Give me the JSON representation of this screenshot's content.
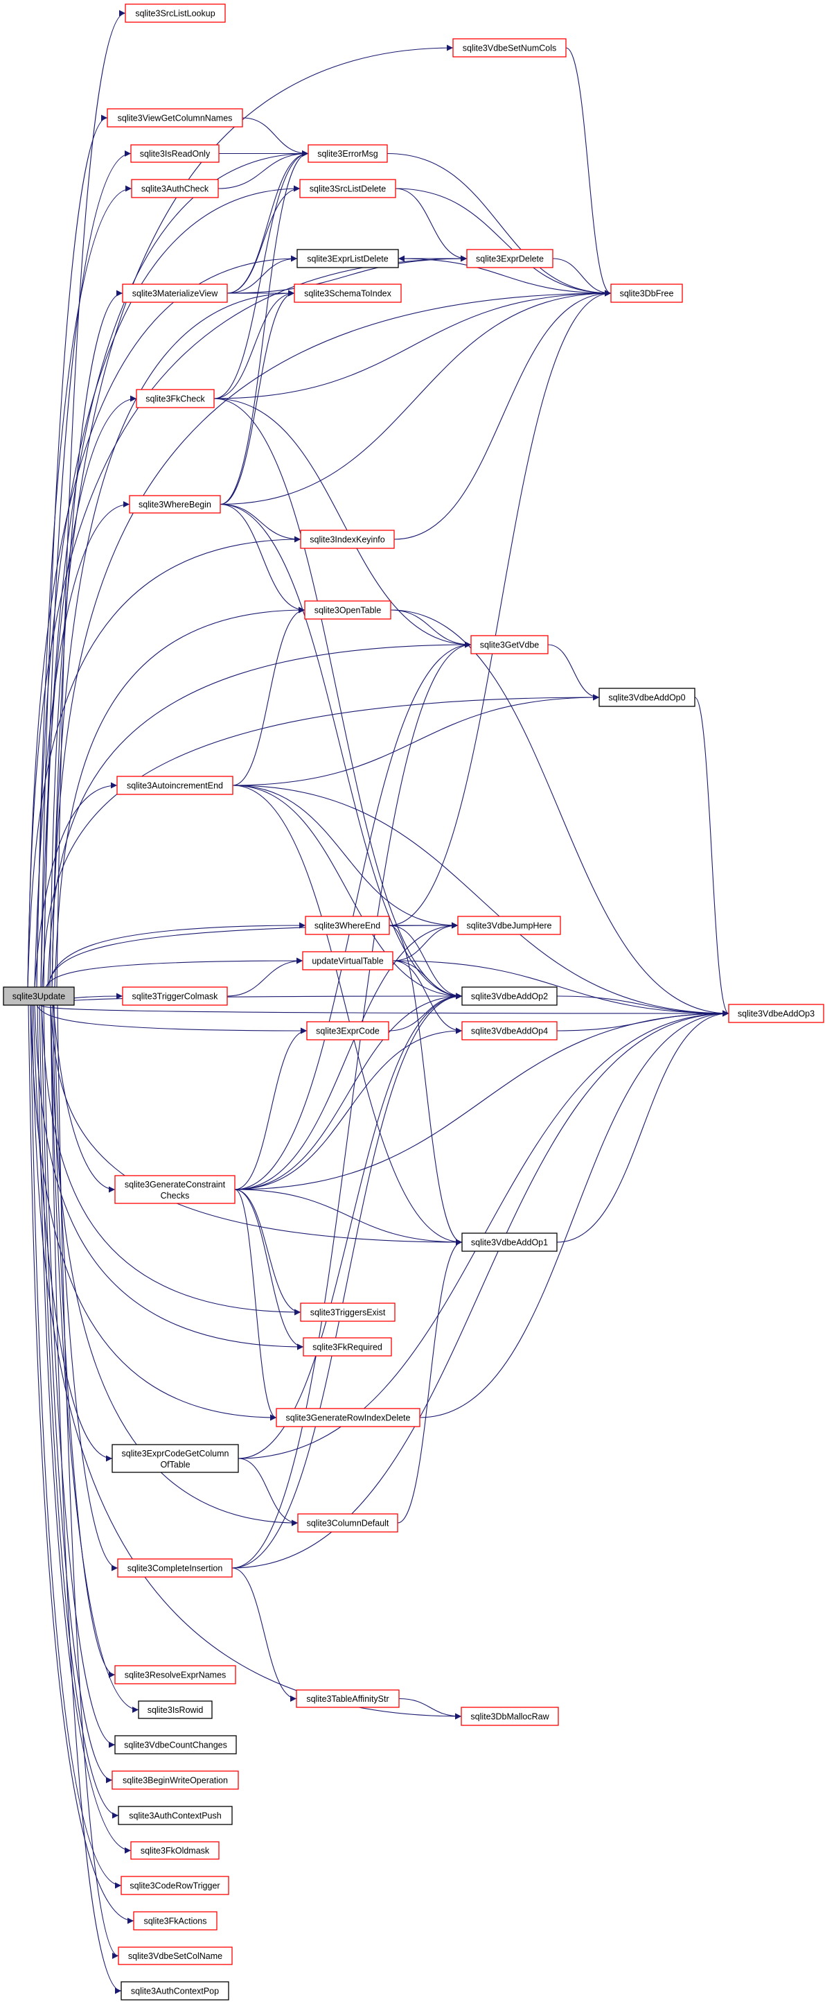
{
  "graph": {
    "type": "call-graph",
    "root": "update",
    "colors": {
      "edge": "#191970",
      "linked_border": "#ff0000",
      "plain_border": "#000000",
      "root_fill": "#bfbfbf"
    },
    "nodes": [
      {
        "id": "update",
        "label": "sqlite3Update",
        "style": "root"
      },
      {
        "id": "srcListLookup",
        "label": "sqlite3SrcListLookup",
        "style": "red"
      },
      {
        "id": "vdbeSetNumCols",
        "label": "sqlite3VdbeSetNumCols",
        "style": "red"
      },
      {
        "id": "viewGetColumnNames",
        "label": "sqlite3ViewGetColumnNames",
        "style": "red"
      },
      {
        "id": "isReadOnly",
        "label": "sqlite3IsReadOnly",
        "style": "red"
      },
      {
        "id": "errorMsg",
        "label": "sqlite3ErrorMsg",
        "style": "red"
      },
      {
        "id": "authCheck",
        "label": "sqlite3AuthCheck",
        "style": "red"
      },
      {
        "id": "srcListDelete",
        "label": "sqlite3SrcListDelete",
        "style": "red"
      },
      {
        "id": "exprListDelete",
        "label": "sqlite3ExprListDelete",
        "style": "black"
      },
      {
        "id": "exprDelete",
        "label": "sqlite3ExprDelete",
        "style": "red"
      },
      {
        "id": "materializeView",
        "label": "sqlite3MaterializeView",
        "style": "red"
      },
      {
        "id": "schemaToIndex",
        "label": "sqlite3SchemaToIndex",
        "style": "red"
      },
      {
        "id": "dbFree",
        "label": "sqlite3DbFree",
        "style": "red"
      },
      {
        "id": "fkCheck",
        "label": "sqlite3FkCheck",
        "style": "red"
      },
      {
        "id": "whereBegin",
        "label": "sqlite3WhereBegin",
        "style": "red"
      },
      {
        "id": "indexKeyinfo",
        "label": "sqlite3IndexKeyinfo",
        "style": "red"
      },
      {
        "id": "openTable",
        "label": "sqlite3OpenTable",
        "style": "red"
      },
      {
        "id": "getVdbe",
        "label": "sqlite3GetVdbe",
        "style": "red"
      },
      {
        "id": "vdbeAddOp0",
        "label": "sqlite3VdbeAddOp0",
        "style": "black"
      },
      {
        "id": "autoincrementEnd",
        "label": "sqlite3AutoincrementEnd",
        "style": "red"
      },
      {
        "id": "whereEnd",
        "label": "sqlite3WhereEnd",
        "style": "red"
      },
      {
        "id": "vdbeJumpHere",
        "label": "sqlite3VdbeJumpHere",
        "style": "red"
      },
      {
        "id": "updateVirtualTable",
        "label": "updateVirtualTable",
        "style": "red"
      },
      {
        "id": "triggerColmask",
        "label": "sqlite3TriggerColmask",
        "style": "red"
      },
      {
        "id": "vdbeAddOp2",
        "label": "sqlite3VdbeAddOp2",
        "style": "black"
      },
      {
        "id": "vdbeAddOp3",
        "label": "sqlite3VdbeAddOp3",
        "style": "red"
      },
      {
        "id": "exprCode",
        "label": "sqlite3ExprCode",
        "style": "red"
      },
      {
        "id": "vdbeAddOp4",
        "label": "sqlite3VdbeAddOp4",
        "style": "red"
      },
      {
        "id": "generateConstraintChecks",
        "label": "sqlite3GenerateConstraint",
        "label2": "Checks",
        "style": "red"
      },
      {
        "id": "vdbeAddOp1",
        "label": "sqlite3VdbeAddOp1",
        "style": "black"
      },
      {
        "id": "triggersExist",
        "label": "sqlite3TriggersExist",
        "style": "red"
      },
      {
        "id": "fkRequired",
        "label": "sqlite3FkRequired",
        "style": "red"
      },
      {
        "id": "generateRowIndexDelete",
        "label": "sqlite3GenerateRowIndexDelete",
        "style": "red"
      },
      {
        "id": "exprCodeGetColumnOfTable",
        "label": "sqlite3ExprCodeGetColumn",
        "label2": "OfTable",
        "style": "black"
      },
      {
        "id": "columnDefault",
        "label": "sqlite3ColumnDefault",
        "style": "red"
      },
      {
        "id": "completeInsertion",
        "label": "sqlite3CompleteInsertion",
        "style": "red"
      },
      {
        "id": "resolveExprNames",
        "label": "sqlite3ResolveExprNames",
        "style": "red"
      },
      {
        "id": "isRowid",
        "label": "sqlite3IsRowid",
        "style": "black"
      },
      {
        "id": "tableAffinityStr",
        "label": "sqlite3TableAffinityStr",
        "style": "red"
      },
      {
        "id": "dbMallocRaw",
        "label": "sqlite3DbMallocRaw",
        "style": "red"
      },
      {
        "id": "vdbeCountChanges",
        "label": "sqlite3VdbeCountChanges",
        "style": "black"
      },
      {
        "id": "beginWriteOperation",
        "label": "sqlite3BeginWriteOperation",
        "style": "red"
      },
      {
        "id": "authContextPush",
        "label": "sqlite3AuthContextPush",
        "style": "black"
      },
      {
        "id": "fkOldmask",
        "label": "sqlite3FkOldmask",
        "style": "red"
      },
      {
        "id": "codeRowTrigger",
        "label": "sqlite3CodeRowTrigger",
        "style": "red"
      },
      {
        "id": "fkActions",
        "label": "sqlite3FkActions",
        "style": "red"
      },
      {
        "id": "vdbeSetColName",
        "label": "sqlite3VdbeSetColName",
        "style": "red"
      },
      {
        "id": "authContextPop",
        "label": "sqlite3AuthContextPop",
        "style": "black"
      }
    ],
    "edges": [
      [
        "update",
        "srcListLookup"
      ],
      [
        "update",
        "vdbeSetNumCols"
      ],
      [
        "update",
        "dbFree"
      ],
      [
        "update",
        "viewGetColumnNames"
      ],
      [
        "update",
        "isReadOnly"
      ],
      [
        "update",
        "authCheck"
      ],
      [
        "update",
        "errorMsg"
      ],
      [
        "update",
        "srcListDelete"
      ],
      [
        "update",
        "exprListDelete"
      ],
      [
        "update",
        "exprDelete"
      ],
      [
        "update",
        "materializeView"
      ],
      [
        "update",
        "schemaToIndex"
      ],
      [
        "update",
        "fkCheck"
      ],
      [
        "update",
        "whereBegin"
      ],
      [
        "update",
        "indexKeyinfo"
      ],
      [
        "update",
        "vdbeAddOp3"
      ],
      [
        "update",
        "openTable"
      ],
      [
        "update",
        "getVdbe"
      ],
      [
        "update",
        "vdbeAddOp0"
      ],
      [
        "update",
        "autoincrementEnd"
      ],
      [
        "update",
        "vdbeJumpHere"
      ],
      [
        "update",
        "whereEnd"
      ],
      [
        "update",
        "updateVirtualTable"
      ],
      [
        "update",
        "triggerColmask"
      ],
      [
        "update",
        "vdbeAddOp2"
      ],
      [
        "update",
        "exprCode"
      ],
      [
        "update",
        "generateConstraintChecks"
      ],
      [
        "update",
        "triggersExist"
      ],
      [
        "update",
        "fkRequired"
      ],
      [
        "update",
        "vdbeAddOp1"
      ],
      [
        "update",
        "generateRowIndexDelete"
      ],
      [
        "update",
        "exprCodeGetColumnOfTable"
      ],
      [
        "update",
        "columnDefault"
      ],
      [
        "update",
        "completeInsertion"
      ],
      [
        "update",
        "dbMallocRaw"
      ],
      [
        "update",
        "resolveExprNames"
      ],
      [
        "update",
        "isRowid"
      ],
      [
        "update",
        "vdbeCountChanges"
      ],
      [
        "update",
        "beginWriteOperation"
      ],
      [
        "update",
        "authContextPush"
      ],
      [
        "update",
        "fkOldmask"
      ],
      [
        "update",
        "codeRowTrigger"
      ],
      [
        "update",
        "fkActions"
      ],
      [
        "update",
        "vdbeSetColName"
      ],
      [
        "update",
        "authContextPop"
      ],
      [
        "viewGetColumnNames",
        "errorMsg"
      ],
      [
        "isReadOnly",
        "errorMsg"
      ],
      [
        "authCheck",
        "errorMsg"
      ],
      [
        "errorMsg",
        "dbFree"
      ],
      [
        "vdbeSetNumCols",
        "dbFree"
      ],
      [
        "srcListDelete",
        "exprDelete"
      ],
      [
        "srcListDelete",
        "dbFree"
      ],
      [
        "exprListDelete",
        "exprDelete"
      ],
      [
        "exprListDelete",
        "dbFree"
      ],
      [
        "exprDelete",
        "exprListDelete"
      ],
      [
        "exprDelete",
        "dbFree"
      ],
      [
        "materializeView",
        "errorMsg"
      ],
      [
        "materializeView",
        "srcListDelete"
      ],
      [
        "materializeView",
        "exprListDelete"
      ],
      [
        "materializeView",
        "schemaToIndex"
      ],
      [
        "materializeView",
        "exprDelete"
      ],
      [
        "fkCheck",
        "errorMsg"
      ],
      [
        "fkCheck",
        "schemaToIndex"
      ],
      [
        "fkCheck",
        "dbFree"
      ],
      [
        "fkCheck",
        "getVdbe"
      ],
      [
        "fkCheck",
        "vdbeAddOp2"
      ],
      [
        "whereBegin",
        "errorMsg"
      ],
      [
        "whereBegin",
        "schemaToIndex"
      ],
      [
        "whereBegin",
        "dbFree"
      ],
      [
        "whereBegin",
        "indexKeyinfo"
      ],
      [
        "whereBegin",
        "openTable"
      ],
      [
        "whereBegin",
        "vdbeAddOp2"
      ],
      [
        "indexKeyinfo",
        "dbFree"
      ],
      [
        "openTable",
        "getVdbe"
      ],
      [
        "openTable",
        "vdbeAddOp3"
      ],
      [
        "getVdbe",
        "vdbeAddOp0"
      ],
      [
        "vdbeAddOp0",
        "vdbeAddOp3"
      ],
      [
        "autoincrementEnd",
        "openTable"
      ],
      [
        "autoincrementEnd",
        "vdbeAddOp0"
      ],
      [
        "autoincrementEnd",
        "vdbeAddOp3"
      ],
      [
        "autoincrementEnd",
        "vdbeJumpHere"
      ],
      [
        "autoincrementEnd",
        "vdbeAddOp2"
      ],
      [
        "autoincrementEnd",
        "vdbeAddOp1"
      ],
      [
        "whereEnd",
        "vdbeJumpHere"
      ],
      [
        "whereEnd",
        "vdbeAddOp2"
      ],
      [
        "whereEnd",
        "vdbeAddOp1"
      ],
      [
        "whereEnd",
        "dbFree"
      ],
      [
        "updateVirtualTable",
        "vdbeJumpHere"
      ],
      [
        "updateVirtualTable",
        "vdbeAddOp3"
      ],
      [
        "updateVirtualTable",
        "vdbeAddOp2"
      ],
      [
        "updateVirtualTable",
        "vdbeAddOp4"
      ],
      [
        "triggerColmask",
        "updateVirtualTable"
      ],
      [
        "vdbeAddOp2",
        "vdbeAddOp3"
      ],
      [
        "vdbeAddOp4",
        "vdbeAddOp3"
      ],
      [
        "exprCode",
        "vdbeAddOp2"
      ],
      [
        "generateConstraintChecks",
        "exprCode"
      ],
      [
        "generateConstraintChecks",
        "vdbeAddOp2"
      ],
      [
        "generateConstraintChecks",
        "vdbeJumpHere"
      ],
      [
        "generateConstraintChecks",
        "vdbeAddOp4"
      ],
      [
        "generateConstraintChecks",
        "vdbeAddOp3"
      ],
      [
        "generateConstraintChecks",
        "vdbeAddOp1"
      ],
      [
        "generateConstraintChecks",
        "triggersExist"
      ],
      [
        "generateConstraintChecks",
        "fkRequired"
      ],
      [
        "generateConstraintChecks",
        "generateRowIndexDelete"
      ],
      [
        "generateConstraintChecks",
        "getVdbe"
      ],
      [
        "vdbeAddOp1",
        "vdbeAddOp3"
      ],
      [
        "generateRowIndexDelete",
        "vdbeAddOp3"
      ],
      [
        "exprCodeGetColumnOfTable",
        "vdbeAddOp2"
      ],
      [
        "exprCodeGetColumnOfTable",
        "vdbeAddOp3"
      ],
      [
        "exprCodeGetColumnOfTable",
        "columnDefault"
      ],
      [
        "columnDefault",
        "vdbeAddOp1"
      ],
      [
        "completeInsertion",
        "vdbeAddOp2"
      ],
      [
        "completeInsertion",
        "vdbeAddOp3"
      ],
      [
        "completeInsertion",
        "tableAffinityStr"
      ],
      [
        "completeInsertion",
        "getVdbe"
      ],
      [
        "tableAffinityStr",
        "dbMallocRaw"
      ]
    ]
  }
}
